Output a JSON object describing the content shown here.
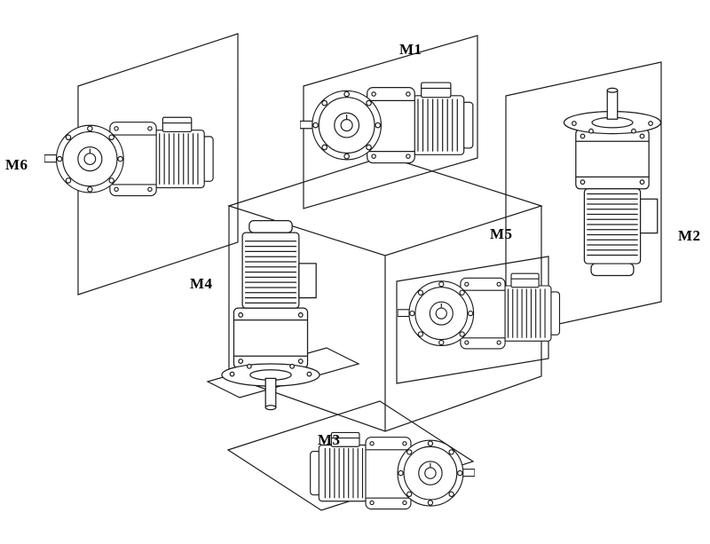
{
  "figure": {
    "background": "#ffffff",
    "line_color": "#1c1c1c",
    "labels": {
      "m1": "M1",
      "m2": "M2",
      "m3": "M3",
      "m4": "M4",
      "m5": "M5",
      "m6": "M6"
    }
  }
}
